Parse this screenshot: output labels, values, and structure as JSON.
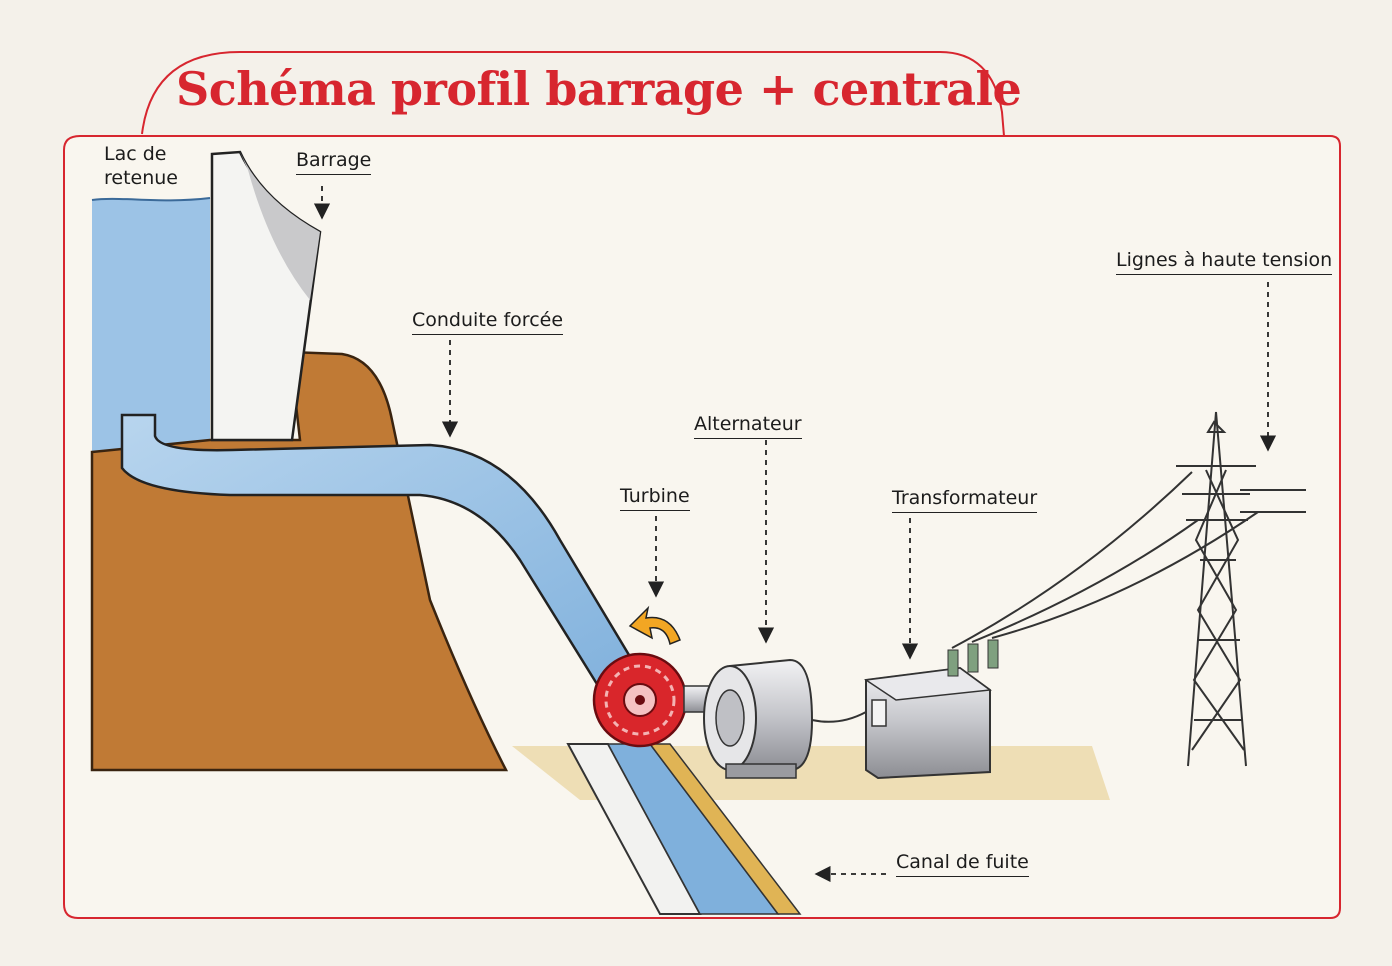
{
  "title": "Schéma profil barrage + centrale",
  "labels": {
    "lac_line1": "Lac de",
    "lac_line2": "retenue",
    "barrage": "Barrage",
    "conduite": "Conduite forcée",
    "alternateur": "Alternateur",
    "turbine": "Turbine",
    "transformateur": "Transformateur",
    "lignes": "Lignes à haute tension",
    "canal": "Canal de fuite"
  },
  "colors": {
    "frame_red": "#d7262f",
    "water_blue": "#9cc3e6",
    "earth_brown": "#c07a35",
    "turbine_red": "#d9262b",
    "ground_beige": "#ecdcae"
  },
  "icons": [
    "rotation-arrow-icon",
    "pylon-icon"
  ]
}
